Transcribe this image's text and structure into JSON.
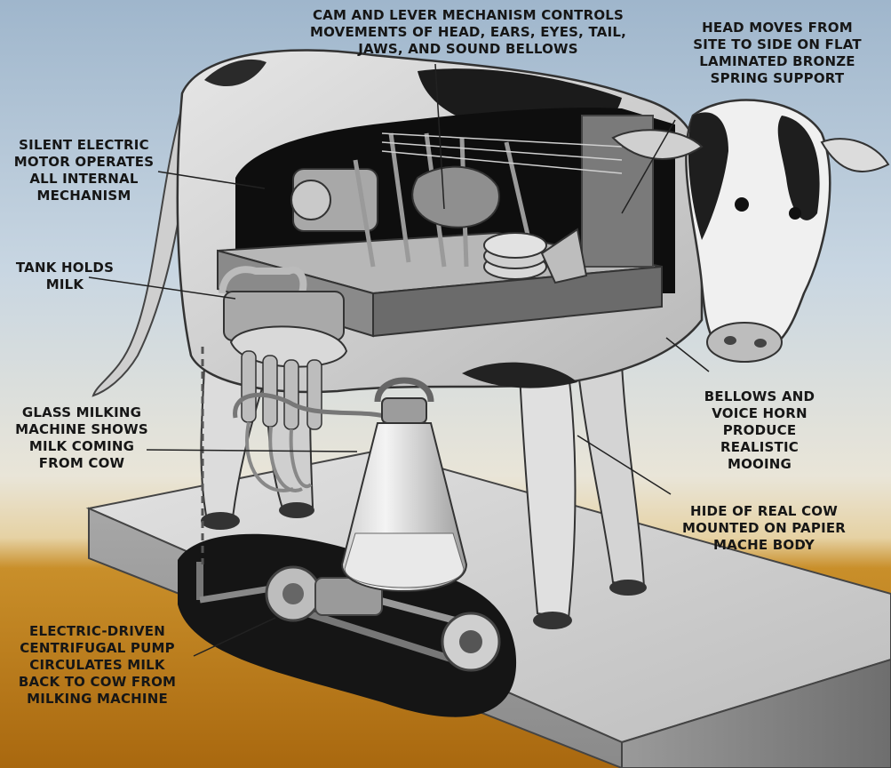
{
  "diagram": {
    "labels": {
      "cam_lever": "CAM AND LEVER MECHANISM CONTROLS\nMOVEMENTS OF HEAD, EARS, EYES, TAIL,\nJAWS, AND SOUND BELLOWS",
      "head_moves": "HEAD MOVES FROM\nSITE TO SIDE ON FLAT\nLAMINATED BRONZE\nSPRING SUPPORT",
      "motor": "SILENT ELECTRIC\nMOTOR OPERATES\nALL INTERNAL\nMECHANISM",
      "tank": "TANK HOLDS\nMILK",
      "milking_machine": "GLASS MILKING\nMACHINE SHOWS\nMILK COMING\nFROM COW",
      "bellows": "BELLOWS AND\nVOICE HORN\nPRODUCE\nREALISTIC\nMOOING",
      "hide": "HIDE OF REAL COW\nMOUNTED ON PAPIER\nMACHE BODY",
      "pump": "ELECTRIC-DRIVEN\nCENTRIFUGAL PUMP\nCIRCULATES MILK\nBACK TO COW FROM\nMILKING MACHINE"
    }
  }
}
